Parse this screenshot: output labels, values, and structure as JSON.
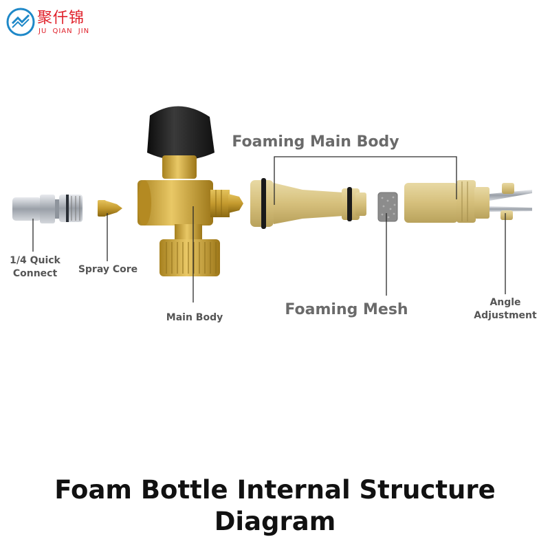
{
  "brand": {
    "name_cn": "聚仟锦",
    "name_en": "JU QIAN JIN",
    "color": "#e0202a",
    "icon": "brand-logo-icon"
  },
  "labels": {
    "quick_connect_line1": "1/4 Quick",
    "quick_connect_line2": "Connect",
    "spray_core": "Spray Core",
    "main_body": "Main Body",
    "foaming_main_body": "Foaming Main Body",
    "foaming_mesh": "Foaming Mesh",
    "angle_line1": "Angle",
    "angle_line2": "Adjustment"
  },
  "title": {
    "line1": "Foam Bottle Internal Structure",
    "line2": "Diagram"
  },
  "colors": {
    "brass": "#c9a23a",
    "plastic_tan": "#ddc98a",
    "knob_black": "#1c1c1c",
    "steel": "#b8bcc2",
    "mesh_gray": "#8c8c8c"
  }
}
